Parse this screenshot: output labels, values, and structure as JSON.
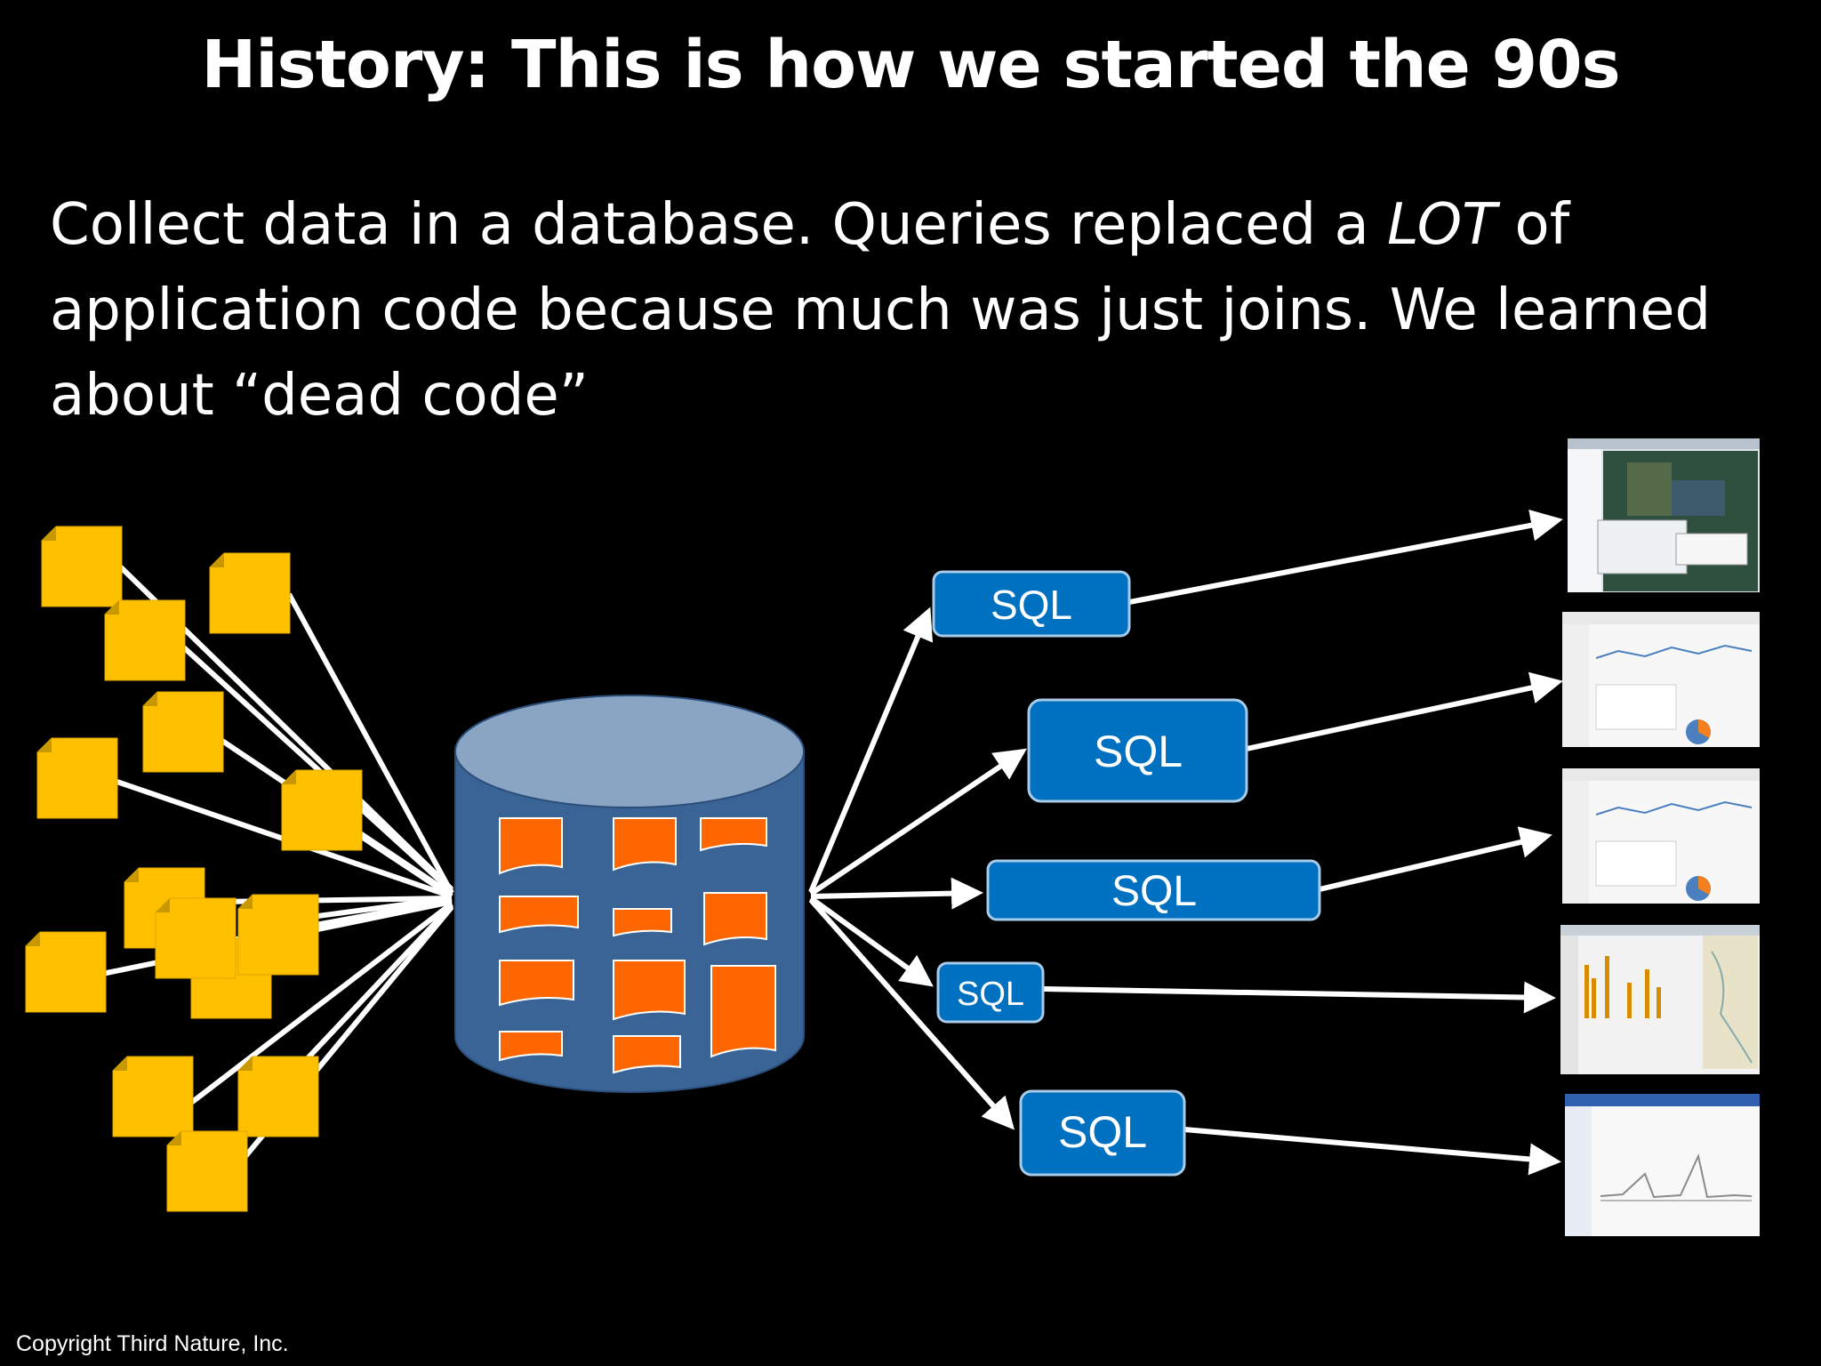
{
  "slide": {
    "title": "History: This is how we started the 90s",
    "body_before": "Collect data in a database. Queries replaced a ",
    "body_emphasis": "LOT",
    "body_after": " of application code because much was just joins. We learned about “dead code”",
    "copyright": "Copyright Third Nature, Inc."
  },
  "diagram": {
    "sources_icon": "document-icon",
    "database_icon": "database-cylinder-icon",
    "query_labels": [
      "SQL",
      "SQL",
      "SQL",
      "SQL",
      "SQL"
    ],
    "report_icons": [
      "map-application-screenshot",
      "dashboard-screenshot",
      "dashboard-screenshot",
      "bar-chart-map-screenshot",
      "line-chart-report-screenshot"
    ],
    "colors": {
      "background": "#000000",
      "source_files": "#FFC000",
      "database_body": "#3A6496",
      "database_top": "#8AA4C4",
      "records": "#FF6600",
      "sql_box": "#0070C0",
      "arrows": "#FFFFFF"
    }
  }
}
